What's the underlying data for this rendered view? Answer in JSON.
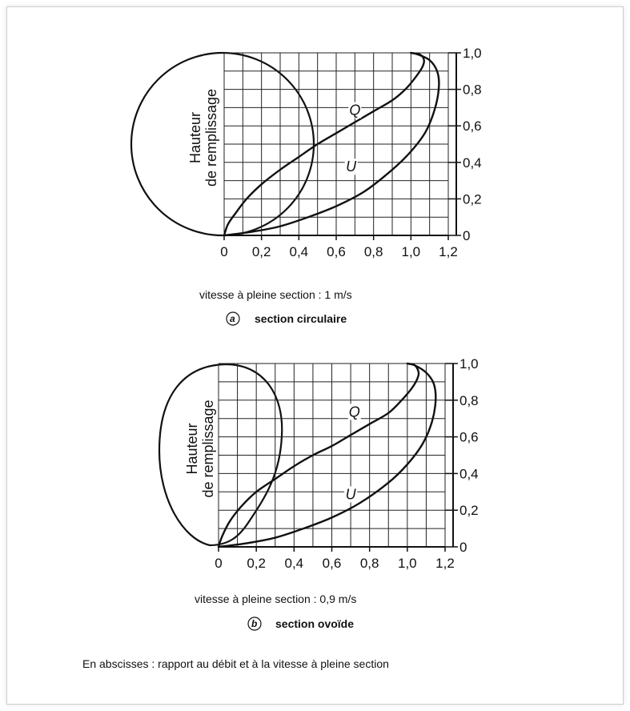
{
  "chart_data": [
    {
      "id": "a",
      "type": "line",
      "section_title": "section circulaire",
      "speed_note": "vitesse à pleine section : 1 m/s",
      "badge": "a",
      "ylabel_lines": [
        "Hauteur",
        "de remplissage"
      ],
      "x_ticks": [
        "0",
        "0,2",
        "0,4",
        "0,6",
        "0,8",
        "1,0",
        "1,2"
      ],
      "y_ticks": [
        "0",
        "0,2",
        "0,4",
        "0,6",
        "0,8",
        "1,0"
      ],
      "xlim": [
        0,
        1.2
      ],
      "ylim": [
        0,
        1.0
      ],
      "series": [
        {
          "name": "Q",
          "x": [
            0,
            0.02,
            0.06,
            0.12,
            0.2,
            0.3,
            0.4,
            0.5,
            0.6,
            0.7,
            0.8,
            0.9,
            0.97,
            1.02,
            1.06,
            1.07,
            1.05,
            1.0
          ],
          "y": [
            0,
            0.06,
            0.12,
            0.2,
            0.28,
            0.36,
            0.43,
            0.5,
            0.56,
            0.62,
            0.68,
            0.74,
            0.8,
            0.86,
            0.92,
            0.96,
            0.99,
            1.0
          ]
        },
        {
          "name": "U",
          "x": [
            0,
            0.15,
            0.3,
            0.45,
            0.6,
            0.75,
            0.9,
            1.0,
            1.08,
            1.13,
            1.15,
            1.14,
            1.1,
            1.04,
            1.0
          ],
          "y": [
            0,
            0.02,
            0.05,
            0.1,
            0.16,
            0.24,
            0.36,
            0.46,
            0.57,
            0.7,
            0.82,
            0.9,
            0.96,
            0.99,
            1.0
          ]
        }
      ],
      "curve_labels": [
        {
          "text": "Q",
          "x": 0.7,
          "y": 0.66
        },
        {
          "text": "U",
          "x": 0.68,
          "y": 0.35
        }
      ],
      "section_shape": "circle"
    },
    {
      "id": "b",
      "type": "line",
      "section_title": "section ovoïde",
      "speed_note": "vitesse à pleine section : 0,9 m/s",
      "badge": "b",
      "ylabel_lines": [
        "Hauteur",
        "de remplissage"
      ],
      "x_ticks": [
        "0",
        "0,2",
        "0,4",
        "0,6",
        "0,8",
        "1,0",
        "1,2"
      ],
      "y_ticks": [
        "0",
        "0,2",
        "0,4",
        "0,6",
        "0,8",
        "1,0"
      ],
      "xlim": [
        0,
        1.2
      ],
      "ylim": [
        0,
        1.0
      ],
      "series": [
        {
          "name": "Q",
          "x": [
            0,
            0.02,
            0.06,
            0.12,
            0.2,
            0.3,
            0.4,
            0.5,
            0.6,
            0.7,
            0.8,
            0.9,
            0.97,
            1.02,
            1.05,
            1.06,
            1.04,
            1.0
          ],
          "y": [
            0,
            0.06,
            0.14,
            0.22,
            0.3,
            0.37,
            0.44,
            0.5,
            0.55,
            0.61,
            0.67,
            0.73,
            0.8,
            0.86,
            0.91,
            0.95,
            0.99,
            1.0
          ]
        },
        {
          "name": "U",
          "x": [
            0,
            0.15,
            0.3,
            0.45,
            0.6,
            0.75,
            0.9,
            1.0,
            1.08,
            1.13,
            1.15,
            1.14,
            1.1,
            1.04,
            1.0
          ],
          "y": [
            0,
            0.02,
            0.05,
            0.1,
            0.16,
            0.24,
            0.35,
            0.45,
            0.56,
            0.68,
            0.8,
            0.89,
            0.95,
            0.99,
            1.0
          ]
        }
      ],
      "curve_labels": [
        {
          "text": "Q",
          "x": 0.72,
          "y": 0.71
        },
        {
          "text": "U",
          "x": 0.7,
          "y": 0.26
        }
      ],
      "section_shape": "ovoid"
    }
  ],
  "footer": "En abscisses : rapport au débit et à la vitesse à pleine section"
}
